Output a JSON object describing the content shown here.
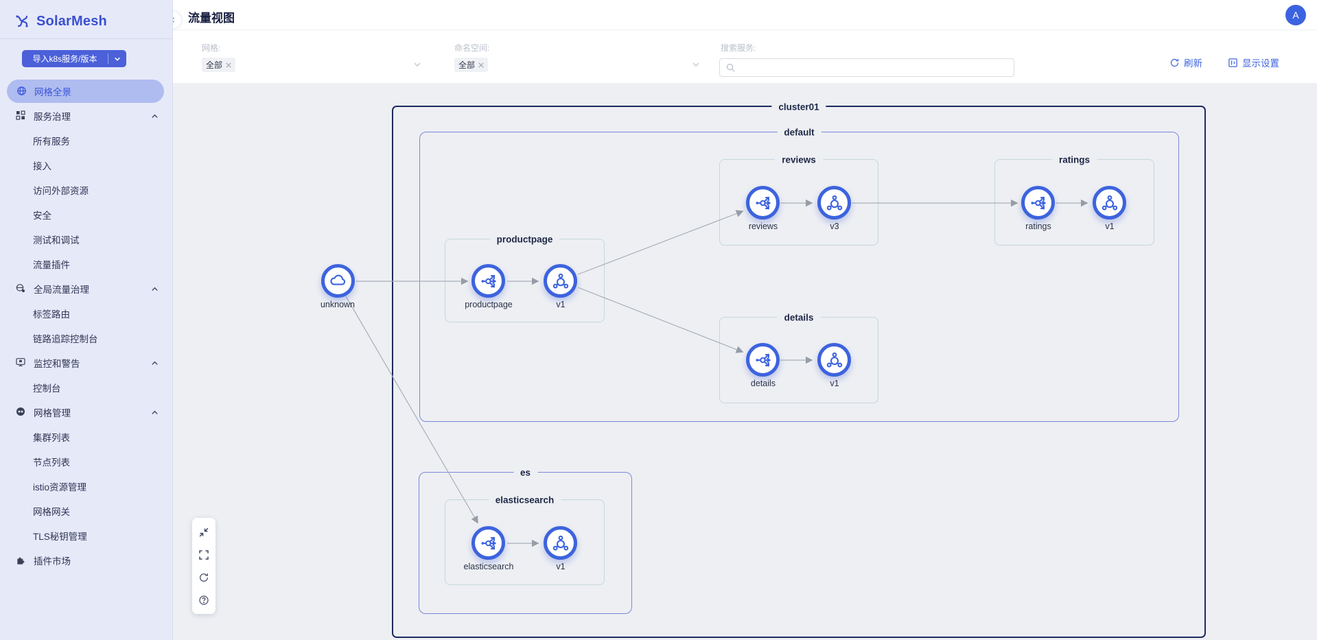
{
  "app": {
    "name": "SolarMesh"
  },
  "header": {
    "title": "流量视图",
    "avatar_initial": "A"
  },
  "sidebar": {
    "logo_text": "SolarMesh",
    "import_button_label": "导入k8s服务/版本",
    "menu": {
      "mesh_overview": "网格全景",
      "service_governance": "服务治理",
      "all_services": "所有服务",
      "access": "接入",
      "external_resources": "访问外部资源",
      "security": "安全",
      "test_and_debug": "测试和调试",
      "traffic_plugins": "流量插件",
      "global_traffic_governance": "全局流量治理",
      "label_routing": "标签路由",
      "tracing_console": "链路追踪控制台",
      "monitoring_and_alerts": "监控和警告",
      "console": "控制台",
      "mesh_management": "网格管理",
      "cluster_list": "集群列表",
      "node_list": "节点列表",
      "istio_resource_management": "istio资源管理",
      "mesh_gateway": "网格网关",
      "tls_key_management": "TLS秘钥管理",
      "plugin_market": "插件市场"
    }
  },
  "filters": {
    "mesh_label": "网格:",
    "mesh_selected": "全部",
    "namespace_label": "命名空间:",
    "namespace_selected": "全部",
    "search_label": "搜索服务:",
    "search_value": "",
    "actions": {
      "refresh": "刷新",
      "display_settings": "显示设置"
    }
  },
  "graph": {
    "cluster_label": "cluster01",
    "namespace_labels": {
      "default": "default",
      "es": "es"
    },
    "group_labels": {
      "productpage": "productpage",
      "reviews": "reviews",
      "ratings": "ratings",
      "details": "details",
      "elasticsearch": "elasticsearch"
    },
    "nodes": {
      "unknown": "unknown",
      "productpage_service": "productpage",
      "productpage_v1": "v1",
      "reviews_service": "reviews",
      "reviews_v3": "v3",
      "ratings_service": "ratings",
      "ratings_v1": "v1",
      "details_service": "details",
      "details_v1": "v1",
      "elasticsearch_service": "elasticsearch",
      "elasticsearch_v1": "v1"
    },
    "edges": [
      {
        "from": "unknown",
        "to": "productpage_service"
      },
      {
        "from": "productpage_service",
        "to": "productpage_v1"
      },
      {
        "from": "productpage_v1",
        "to": "reviews_service"
      },
      {
        "from": "productpage_v1",
        "to": "details_service"
      },
      {
        "from": "reviews_service",
        "to": "reviews_v3"
      },
      {
        "from": "reviews_v3",
        "to": "ratings_service"
      },
      {
        "from": "ratings_service",
        "to": "ratings_v1"
      },
      {
        "from": "details_service",
        "to": "details_v1"
      },
      {
        "from": "unknown",
        "to": "elasticsearch_service"
      },
      {
        "from": "elasticsearch_service",
        "to": "elasticsearch_v1"
      }
    ]
  },
  "icons": {
    "logo": "solarmesh-logo-icon",
    "collapse": "chevron-left-icon",
    "dropdown": "chevron-down-icon",
    "section_toggle": "chevron-up-icon",
    "remove_tag": "close-icon",
    "search": "search-icon",
    "refresh": "refresh-icon",
    "display_settings": "display-settings-icon",
    "service_node": "service-icon",
    "version_node": "version-icon",
    "unknown_node": "cloud-icon",
    "fit_view": "fit-view-icon",
    "fullscreen": "fullscreen-icon",
    "help": "help-icon"
  },
  "colors": {
    "accent": "#3d63dd",
    "sidebar_bg": "#e6e9f8",
    "active_item_bg": "#afbcf0",
    "canvas_bg": "#edeff3",
    "cluster_border": "#1b2a5e",
    "namespace_border": "#7b87d9",
    "group_border": "#c7d7da",
    "edge": "#a8aeb8"
  }
}
